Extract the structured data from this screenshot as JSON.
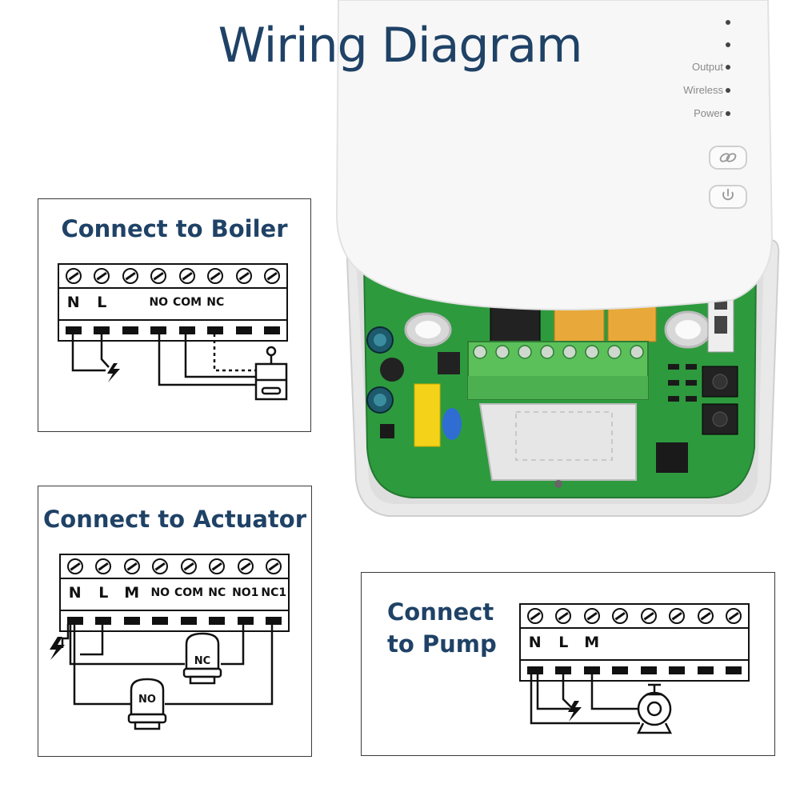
{
  "title": "Wiring Diagram",
  "device": {
    "indicators": [
      "Output",
      "Wireless",
      "Power"
    ],
    "buttons": [
      "link-icon",
      "power-icon"
    ]
  },
  "panels": {
    "boiler": {
      "title": "Connect to Boiler",
      "terminals": [
        "N",
        "L",
        "",
        "NO",
        "COM",
        "NC",
        "",
        ""
      ]
    },
    "actuator": {
      "title": "Connect to Actuator",
      "terminals": [
        "N",
        "L",
        "M",
        "NO",
        "COM",
        "NC",
        "NO1",
        "NC1"
      ],
      "valve_nc": "NC",
      "valve_no": "NO"
    },
    "pump": {
      "title_line1": "Connect",
      "title_line2": "to Pump",
      "terminals": [
        "N",
        "L",
        "M",
        "",
        "",
        "",
        "",
        ""
      ]
    }
  },
  "colors": {
    "title": "#1f4266",
    "pcb": "#2e9a3e",
    "terminal_block": "#5bc05a",
    "relay": "#e8a93a",
    "housing": "#f2f2f2"
  }
}
